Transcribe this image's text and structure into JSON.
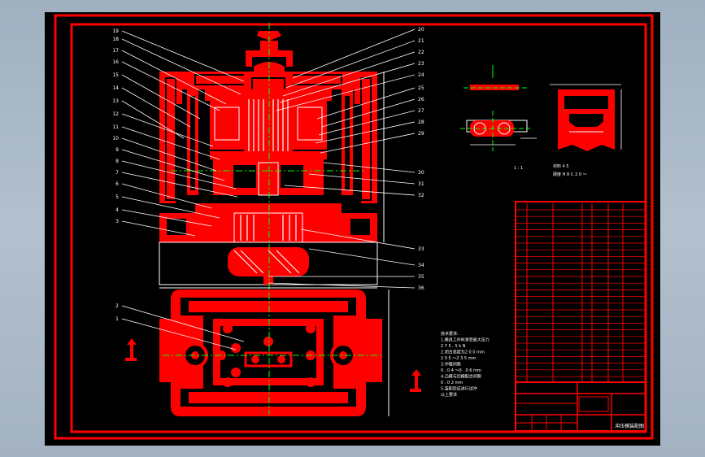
{
  "drawing": {
    "part_numbers_left": [
      "19",
      "18",
      "17",
      "16",
      "15",
      "14",
      "13",
      "12",
      "11",
      "10",
      "9",
      "8",
      "7",
      "6",
      "5",
      "4",
      "3"
    ],
    "part_numbers_right": [
      "20",
      "21",
      "22",
      "23",
      "24",
      "25",
      "26",
      "27",
      "28",
      "29",
      "30",
      "31",
      "32"
    ],
    "part_numbers_lower": [
      "33",
      "34",
      "35",
      "36"
    ],
    "plan_view_numbers": [
      "2",
      "1"
    ],
    "detail_scale": "1 : 1",
    "detail_note_1": "材料  4 5",
    "detail_note_2": "硬度  H R C 2 0 ～",
    "tech_requirements": [
      "技术要求:",
      "1.模具工作时承受最大压力",
      "  2 7 5 . 5 k N",
      "2.闭合高度为2 0 0 mm",
      "  2 0 5 ～2 3 5 mm",
      "3.冲裁间隙",
      "  0 . 0 4 ～0 . 0 6 mm",
      "4.凸模与凹模配合间隙",
      "  0 . 0 2 mm",
      "5.装配后应进行试冲",
      "  以上要求"
    ],
    "title_block_name": "冲压模装配图"
  }
}
